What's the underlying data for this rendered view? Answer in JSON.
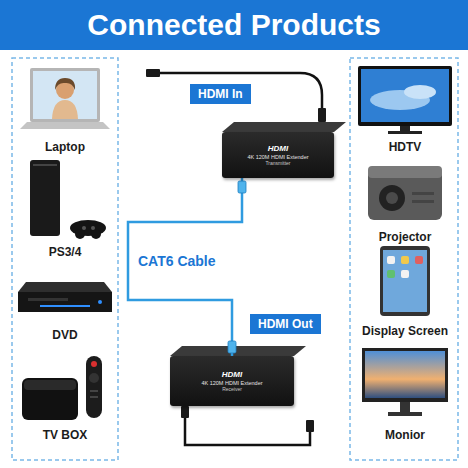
{
  "diagram": {
    "title": "Connected Products",
    "nodes": [
      {
        "text": [
          "HDMI In"
        ]
      },
      {
        "text": [
          "HDMI",
          "4K 120M HDMI Extender",
          "Transmitter"
        ]
      },
      {
        "text": [
          "HDMI",
          "4K 120M HDMI Extender",
          "Receiver"
        ]
      },
      {
        "text": [
          "HDMI Out"
        ]
      }
    ],
    "edges": [
      {
        "from": 1,
        "to": 2,
        "label": "CAT6 Cable",
        "arrow": "none"
      }
    ],
    "labels": [
      "Laptop",
      "PS3/4",
      "DVD",
      "TV BOX",
      "HDTV",
      "Projector",
      "Display Screen",
      "Monior"
    ]
  }
}
